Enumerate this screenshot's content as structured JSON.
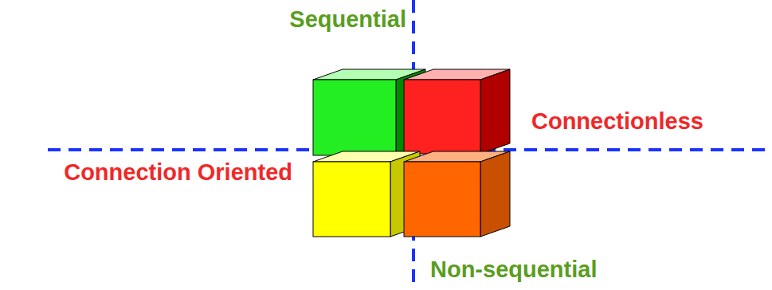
{
  "diagram": {
    "labels": [
      "Sequential",
      "Connectionless",
      "Connection Oriented",
      "Non-sequential"
    ]
  }
}
